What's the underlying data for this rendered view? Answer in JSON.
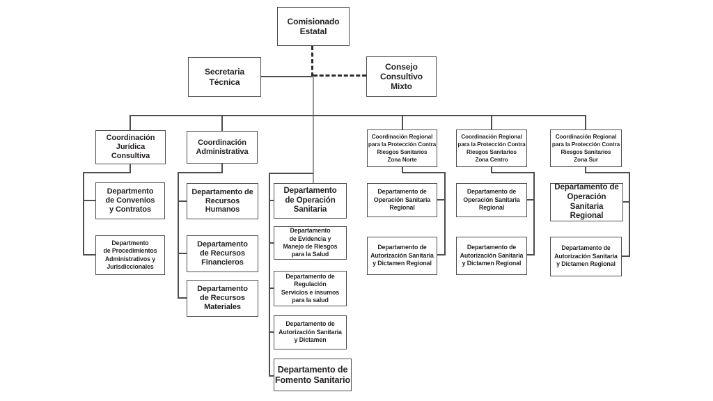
{
  "diagram": {
    "type": "org-chart",
    "language": "es",
    "colors": {
      "background": "#ffffff",
      "box_border": "#4d4d4f",
      "text": "#231f20",
      "solid_line": "#4d4d4f",
      "center_trunk_line": "#939598",
      "dashed_line": "#2b2b2b"
    },
    "nodes": {
      "comisionado": {
        "label": "Comisionado\nEstatal"
      },
      "secretaria": {
        "label": "Secretaria\nTécnica"
      },
      "consejo": {
        "label": "Consejo\nConsultivo\nMixto"
      },
      "juridica": {
        "label": "Coordinación\nJurídica\nConsultiva"
      },
      "administrativa": {
        "label": "Coordinación\nAdministrativa"
      },
      "zona_norte": {
        "label": "Coordinación Regional\npara la Protección Contra\nRiesgos Sanitarios\nZona Norte"
      },
      "zona_centro": {
        "label": "Coordinación Regional\npara la Protección Contra\nRiesgos Sanitarios\nZona Centro"
      },
      "zona_sur": {
        "label": "Coordinación Regional\npara la Protección Contra\nRiesgos Sanitarios\nZona Sur"
      },
      "convenios": {
        "label": "Departmento\nde Convenios\ny Contratos"
      },
      "procedimientos": {
        "label": "Departmento\nde Procedimientos\nAdministrativos y\nJurisdiccionales"
      },
      "recursos_humanos": {
        "label": "Departamento de\nRecursos Humanos"
      },
      "recursos_financieros": {
        "label": "Departamento\nde Recursos\nFinancieros"
      },
      "recursos_materiales": {
        "label": "Departamento\nde Recursos\nMateriales"
      },
      "operacion_sanitaria": {
        "label": "Departamento\nde Operación\nSanitaria"
      },
      "evidencia": {
        "label": "Departamento\nde Evidencia y\nManejo de Riesgos\npara la Salud"
      },
      "regulacion": {
        "label": "Departamento de\nRegulación\nServicios e insumos\npara la salud"
      },
      "autorizacion": {
        "label": "Departamento de\nAutorización Sanitaria\ny Dictamen"
      },
      "fomento": {
        "label": "Departamento de\nFomento Sanitario"
      },
      "norte_operacion": {
        "label": "Departamento de\nOperación Sanitaria\nRegional"
      },
      "norte_autorizacion": {
        "label": "Departamento de\nAutorización Sanitaria\ny Dictamen Regional"
      },
      "centro_operacion": {
        "label": "Departamento de\nOperación Sanitaria\nRegional"
      },
      "centro_autorizacion": {
        "label": "Departamento de\nAutorización Sanitaria\ny Dictamen Regional"
      },
      "sur_operacion": {
        "label": "Departamento de\nOperación Sanitaria\nRegional"
      },
      "sur_autorizacion": {
        "label": "Departamento de\nAutorización Sanitaria\ny Dictamen Regional"
      }
    },
    "edges": [
      {
        "from": "comisionado",
        "to": "secretaria",
        "style": "solid"
      },
      {
        "from": "comisionado",
        "to": "consejo",
        "style": "dashed"
      },
      {
        "from": "comisionado",
        "to": "juridica",
        "style": "solid"
      },
      {
        "from": "comisionado",
        "to": "administrativa",
        "style": "solid"
      },
      {
        "from": "comisionado",
        "to": "operacion_sanitaria",
        "style": "solid"
      },
      {
        "from": "comisionado",
        "to": "zona_norte",
        "style": "solid"
      },
      {
        "from": "comisionado",
        "to": "zona_centro",
        "style": "solid"
      },
      {
        "from": "comisionado",
        "to": "zona_sur",
        "style": "solid"
      },
      {
        "from": "juridica",
        "to": "convenios",
        "style": "solid"
      },
      {
        "from": "juridica",
        "to": "procedimientos",
        "style": "solid"
      },
      {
        "from": "administrativa",
        "to": "recursos_humanos",
        "style": "solid"
      },
      {
        "from": "administrativa",
        "to": "recursos_financieros",
        "style": "solid"
      },
      {
        "from": "administrativa",
        "to": "recursos_materiales",
        "style": "solid"
      },
      {
        "from": "operacion_sanitaria",
        "to": "evidencia",
        "style": "solid"
      },
      {
        "from": "operacion_sanitaria",
        "to": "regulacion",
        "style": "solid"
      },
      {
        "from": "operacion_sanitaria",
        "to": "autorizacion",
        "style": "solid"
      },
      {
        "from": "operacion_sanitaria",
        "to": "fomento",
        "style": "solid"
      },
      {
        "from": "zona_norte",
        "to": "norte_operacion",
        "style": "solid"
      },
      {
        "from": "zona_norte",
        "to": "norte_autorizacion",
        "style": "solid"
      },
      {
        "from": "zona_centro",
        "to": "centro_operacion",
        "style": "solid"
      },
      {
        "from": "zona_centro",
        "to": "centro_autorizacion",
        "style": "solid"
      },
      {
        "from": "zona_sur",
        "to": "sur_operacion",
        "style": "solid"
      },
      {
        "from": "zona_sur",
        "to": "sur_autorizacion",
        "style": "solid"
      }
    ]
  }
}
